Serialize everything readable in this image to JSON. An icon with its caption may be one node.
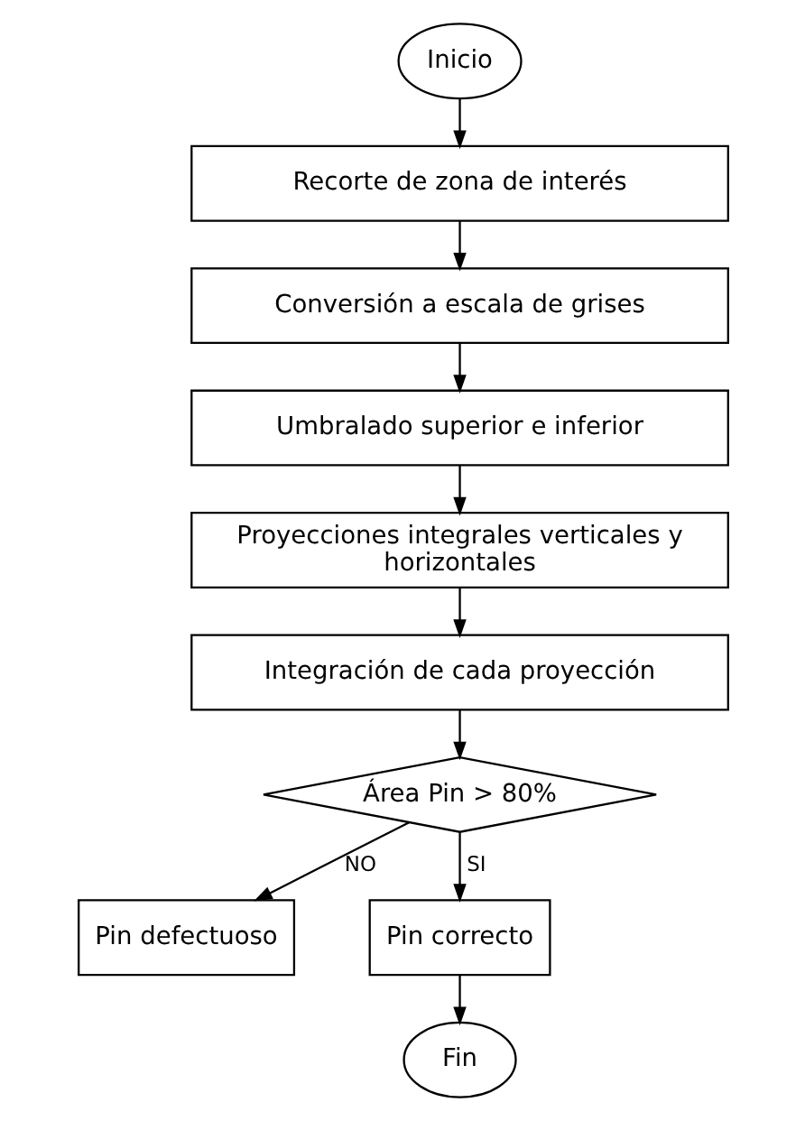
{
  "diagram": {
    "nodes": [
      {
        "text": [
          "Inicio"
        ]
      },
      {
        "text": [
          "Recorte de zona de interés"
        ]
      },
      {
        "text": [
          "Conversión a escala de grises"
        ]
      },
      {
        "text": [
          "Umbralado superior e inferior"
        ]
      },
      {
        "text": [
          "Proyecciones integrales verticales y horizontales"
        ]
      },
      {
        "text": [
          "Integración de cada proyección"
        ]
      },
      {
        "text": [
          "Área Pin > 80%"
        ]
      },
      {
        "text": [
          "Pin defectuoso"
        ]
      },
      {
        "text": [
          "Pin correcto"
        ]
      },
      {
        "text": [
          "Fin"
        ]
      }
    ],
    "edges": [
      {
        "from": 0,
        "to": 1,
        "arrow": "to"
      },
      {
        "from": 1,
        "to": 2,
        "arrow": "to"
      },
      {
        "from": 2,
        "to": 3,
        "arrow": "to"
      },
      {
        "from": 3,
        "to": 4,
        "arrow": "to"
      },
      {
        "from": 4,
        "to": 5,
        "arrow": "to"
      },
      {
        "from": 5,
        "to": 6,
        "arrow": "to"
      },
      {
        "from": 6,
        "to": 7,
        "label": "NO",
        "arrow": "to"
      },
      {
        "from": 6,
        "to": 8,
        "label": "SI",
        "arrow": "to"
      },
      {
        "from": 8,
        "to": 9,
        "arrow": "to"
      }
    ]
  }
}
